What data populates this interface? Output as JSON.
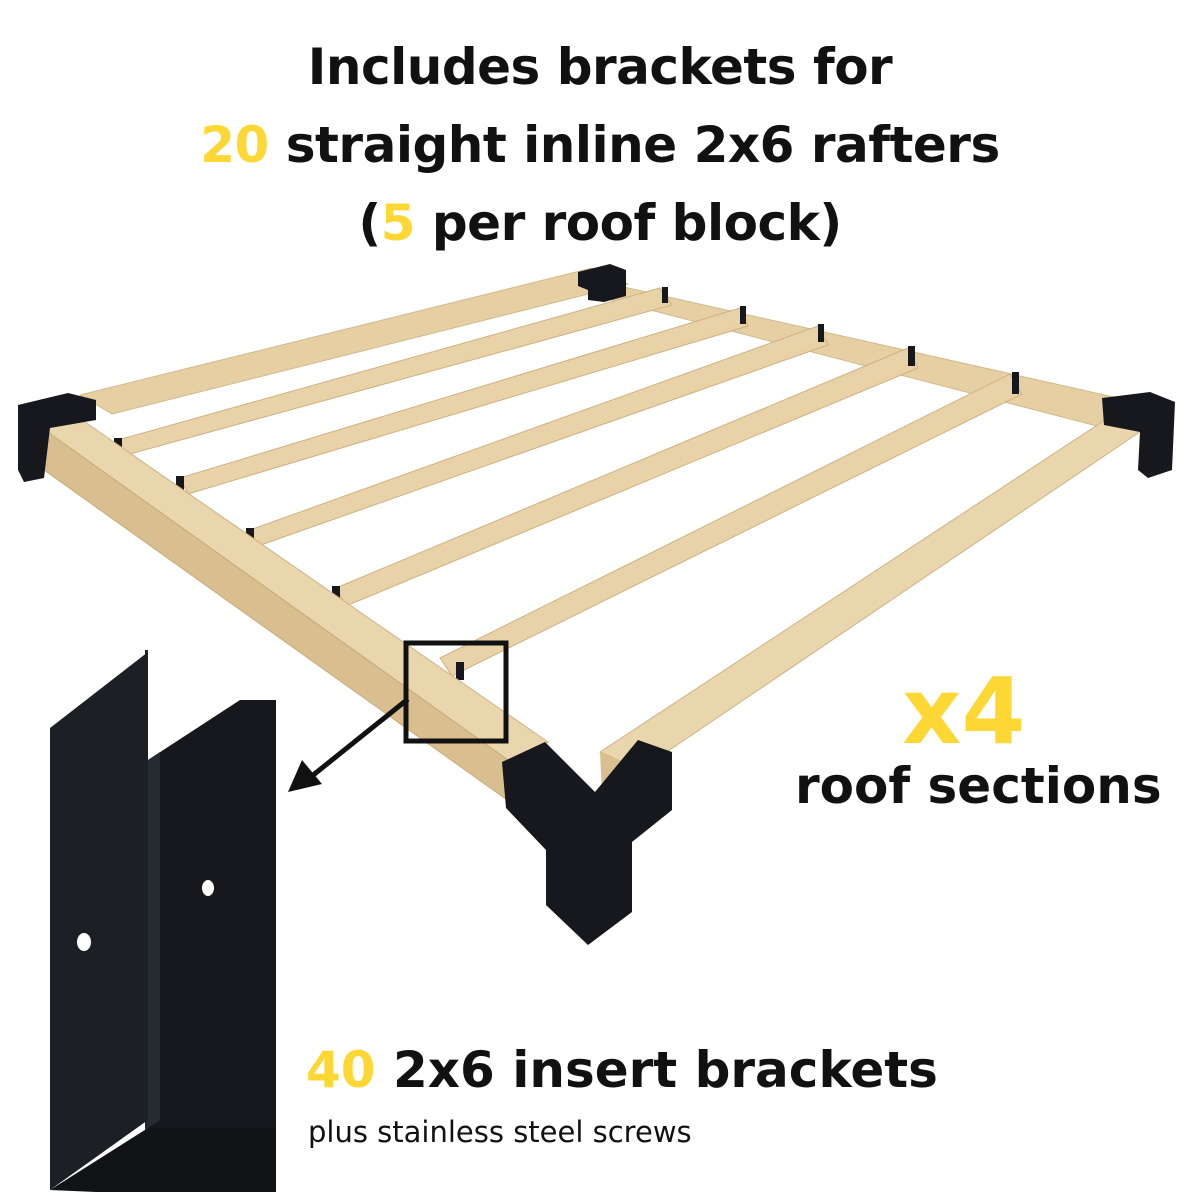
{
  "headline": {
    "line1": "Includes brackets for",
    "line2_count": "20",
    "line2_text": " straight inline 2x6 rafters",
    "line3_open": "(",
    "line3_count": "5",
    "line3_text": " per roof block)"
  },
  "multiplier": {
    "value": "x4",
    "label": "roof sections"
  },
  "brackets": {
    "count": "40",
    "label": " 2x6 insert brackets",
    "note": "plus stainless steel screws"
  },
  "colors": {
    "highlight": "#fdd835",
    "text": "#111111",
    "wood": "#e8d2a6",
    "bracket": "#16181d"
  },
  "icons": [
    "rafter-frame-illustration",
    "bracket-illustration",
    "zoom-box-icon",
    "arrow-icon"
  ]
}
